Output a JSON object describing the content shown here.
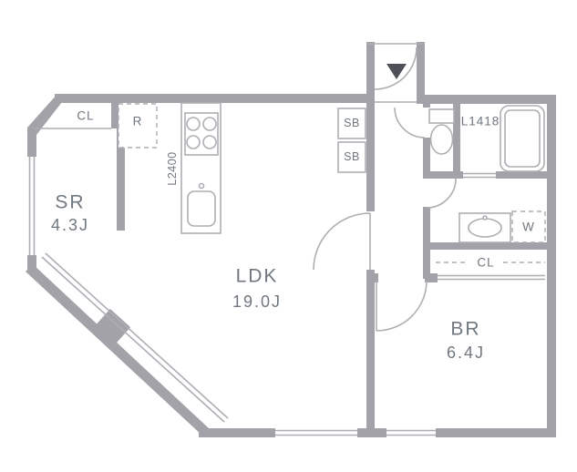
{
  "colors": {
    "wall": "#a2a2a8",
    "line": "#aeaeb4",
    "text": "#70777f",
    "marker": "#4d5056",
    "background": "#ffffff"
  },
  "rooms": {
    "service_room": {
      "name": "SR",
      "size": "4.3J"
    },
    "living_dining_kitchen": {
      "name": "LDK",
      "size": "19.0J"
    },
    "bedroom": {
      "name": "BR",
      "size": "6.4J"
    }
  },
  "labels": {
    "closet_entry": "CL",
    "refrigerator": "R",
    "kitchen_counter": "L2400",
    "shoe_box_upper": "SB",
    "shoe_box_lower": "SB",
    "bath": "L1418",
    "washer": "W",
    "closet_bedroom": "CL"
  }
}
